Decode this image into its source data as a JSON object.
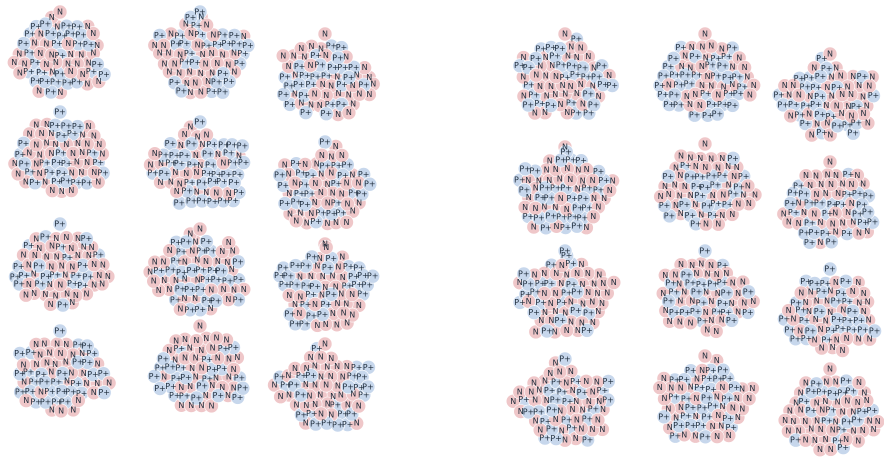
{
  "particles": {
    "proton": {
      "label": "P+",
      "color": "#c7d7ec"
    },
    "neutron": {
      "label": "N",
      "color": "#efc7c9"
    }
  },
  "panels": [
    {
      "name": "left-nuclei-grid",
      "rows": 4,
      "cols": 3
    },
    {
      "name": "right-nuclei-grid",
      "rows": 4,
      "cols": 3
    }
  ]
}
